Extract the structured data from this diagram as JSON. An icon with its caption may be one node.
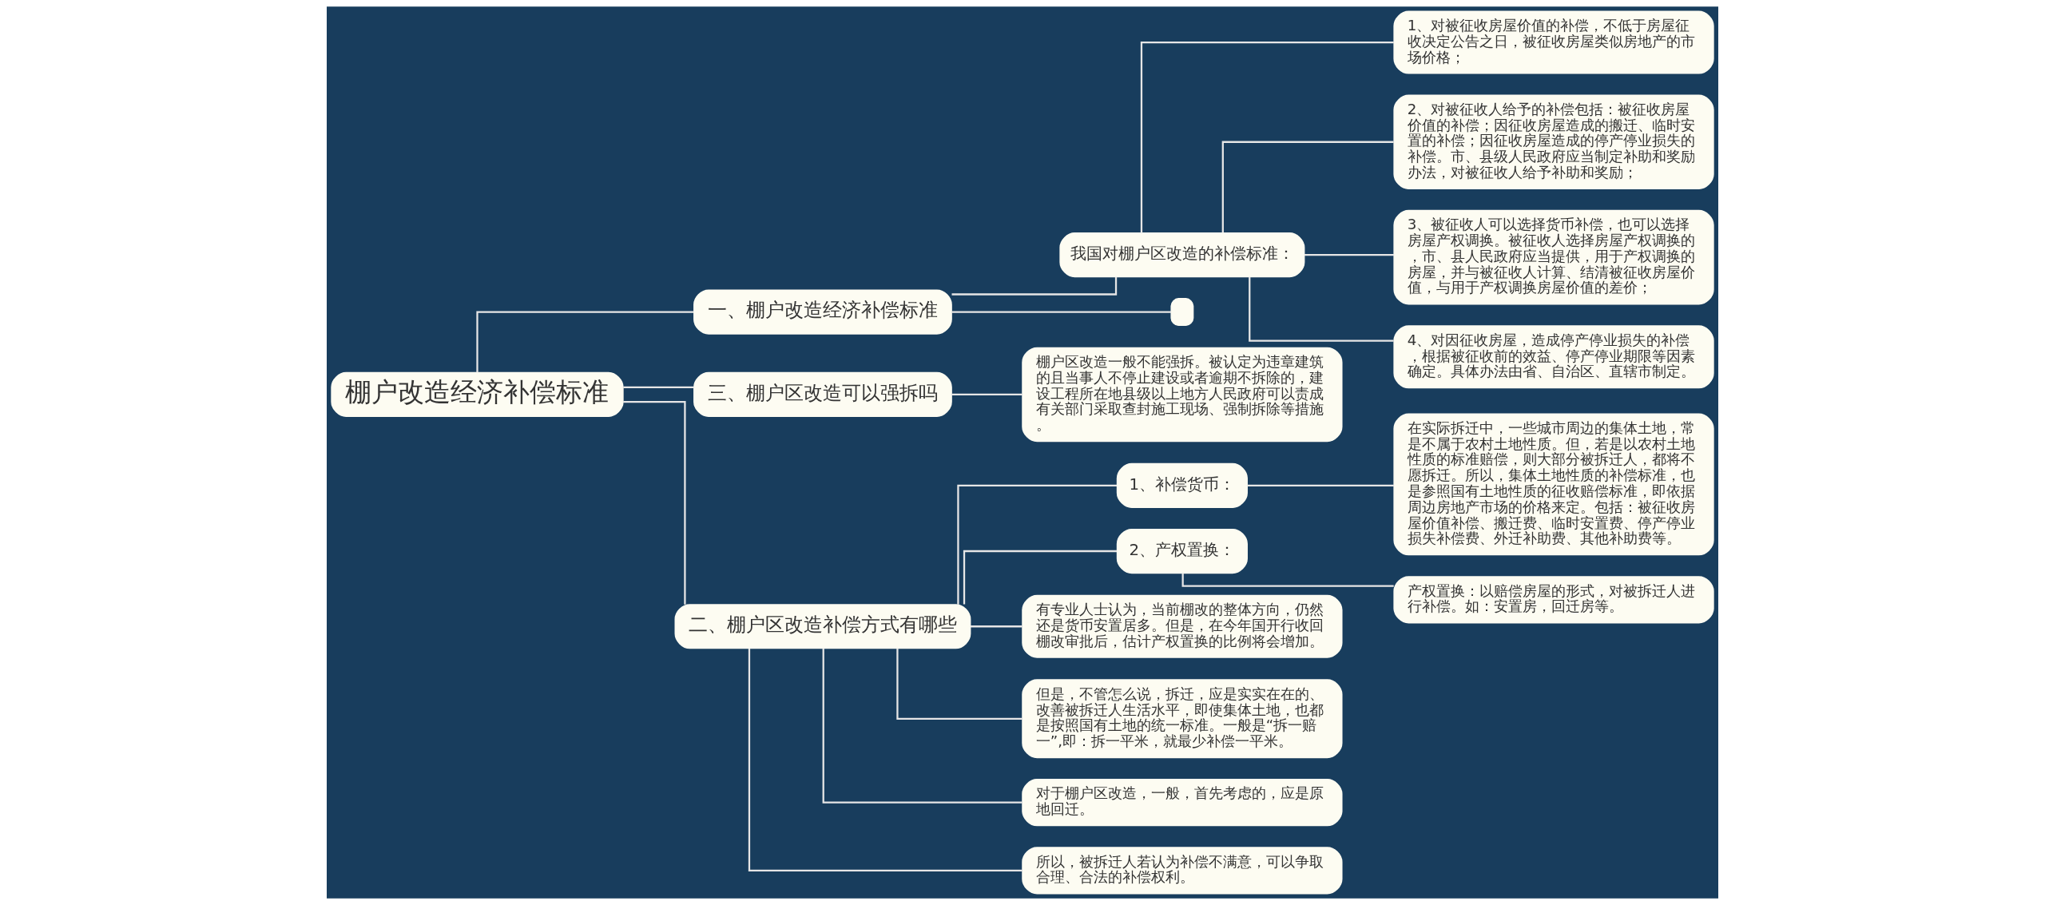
{
  "diagram": {
    "nodes": [
      {
        "text": [
          "棚户改造经济补偿标准"
        ]
      },
      {
        "text": [
          "一、棚户改造经济补偿标准"
        ]
      },
      {
        "text": [
          "我国对棚户区改造的补偿标准："
        ]
      },
      {
        "text": [
          "1、对被征收房屋价值的补偿，不低于房屋征收决定公告之日，被征收房屋类似房地产的市场价格；"
        ]
      },
      {
        "text": [
          "2、对被征收人给予的补偿包括：被征收房屋价值的补偿；因征收房屋造成的搬迁、临时安置的补偿；因征收房屋造成的停产停业损失的补偿。市、县级人民政府应当制定补助和奖励办法，对被征收人给予补助和奖励；"
        ]
      },
      {
        "text": [
          "3、被征收人可以选择货币补偿，也可以选择房屋产权调换。被征收人选择房屋产权调换的，市、县人民政府应当提供，用于产权调换的房屋，并与被征收人计算、结清被征收房屋价值，与用于产权调换房屋价值的差价；"
        ]
      },
      {
        "text": [
          "4、对因征收房屋，造成停产停业损失的补偿，根据被征收前的效益、停产停业期限等因素确定。具体办法由省、自治区、直辖市制定。"
        ]
      },
      {
        "text": [],
        "shape": "box"
      },
      {
        "text": [
          "三、棚户区改造可以强拆吗"
        ]
      },
      {
        "text": [
          "棚户区改造一般不能强拆。被认定为违章建筑的且当事人不停止建设或者逾期不拆除的，建设工程所在地县级以上地方人民政府可以责成有关部门采取查封施工现场、强制拆除等措施。"
        ]
      },
      {
        "text": [
          "二、棚户区改造补偿方式有哪些"
        ]
      },
      {
        "text": [
          "1、补偿货币："
        ]
      },
      {
        "text": [
          "在实际拆迁中，一些城市周边的集体土地，常是不属于农村土地性质。但，若是以农村土地性质的标准赔偿，则大部分被拆迁人，都将不愿拆迁。所以，集体土地性质的补偿标准，也是参照国有土地性质的征收赔偿标准，即依据周边房地产市场的价格来定。包括：被征收房屋价值补偿、搬迁费、临时安置费、停产停业损失补偿费、外迁补助费、其他补助费等。"
        ]
      },
      {
        "text": [
          "2、产权置换："
        ]
      },
      {
        "text": [
          "产权置换：以赔偿房屋的形式，对被拆迁人进行补偿。如：安置房，回迁房等。"
        ]
      },
      {
        "text": [
          "有专业人士认为，当前棚改的整体方向，仍然还是货币安置居多。但是，在今年国开行收回棚改审批后，估计产权置换的比例将会增加。"
        ]
      },
      {
        "text": [
          "但是，不管怎么说，拆迁，应是实实在在的、改善被拆迁人生活水平，即使集体土地，也都是按照国有土地的统一标准。一般是“拆一赔一”,即：拆一平米，就最少补偿一平米。"
        ]
      },
      {
        "text": [
          "对于棚户区改造，一般，首先考虑的，应是原地回迁。"
        ]
      },
      {
        "text": [
          "所以，被拆迁人若认为补偿不满意，可以争取合理、合法的补偿权利。"
        ]
      }
    ],
    "edges": [
      {
        "from": 0,
        "to": 1,
        "arrow": "none"
      },
      {
        "from": 1,
        "to": 2,
        "arrow": "none"
      },
      {
        "from": 2,
        "to": 3,
        "arrow": "none"
      },
      {
        "from": 2,
        "to": 4,
        "arrow": "none"
      },
      {
        "from": 2,
        "to": 5,
        "arrow": "none"
      },
      {
        "from": 2,
        "to": 6,
        "arrow": "none"
      },
      {
        "from": 1,
        "to": 7,
        "arrow": "none"
      },
      {
        "from": 0,
        "to": 8,
        "arrow": "none"
      },
      {
        "from": 8,
        "to": 9,
        "arrow": "none"
      },
      {
        "from": 0,
        "to": 10,
        "arrow": "none"
      },
      {
        "from": 10,
        "to": 11,
        "arrow": "none"
      },
      {
        "from": 11,
        "to": 12,
        "arrow": "none"
      },
      {
        "from": 10,
        "to": 13,
        "arrow": "none"
      },
      {
        "from": 13,
        "to": 14,
        "arrow": "none"
      },
      {
        "from": 10,
        "to": 15,
        "arrow": "none"
      },
      {
        "from": 10,
        "to": 16,
        "arrow": "none"
      },
      {
        "from": 10,
        "to": 17,
        "arrow": "none"
      },
      {
        "from": 10,
        "to": 18,
        "arrow": "none"
      }
    ]
  }
}
